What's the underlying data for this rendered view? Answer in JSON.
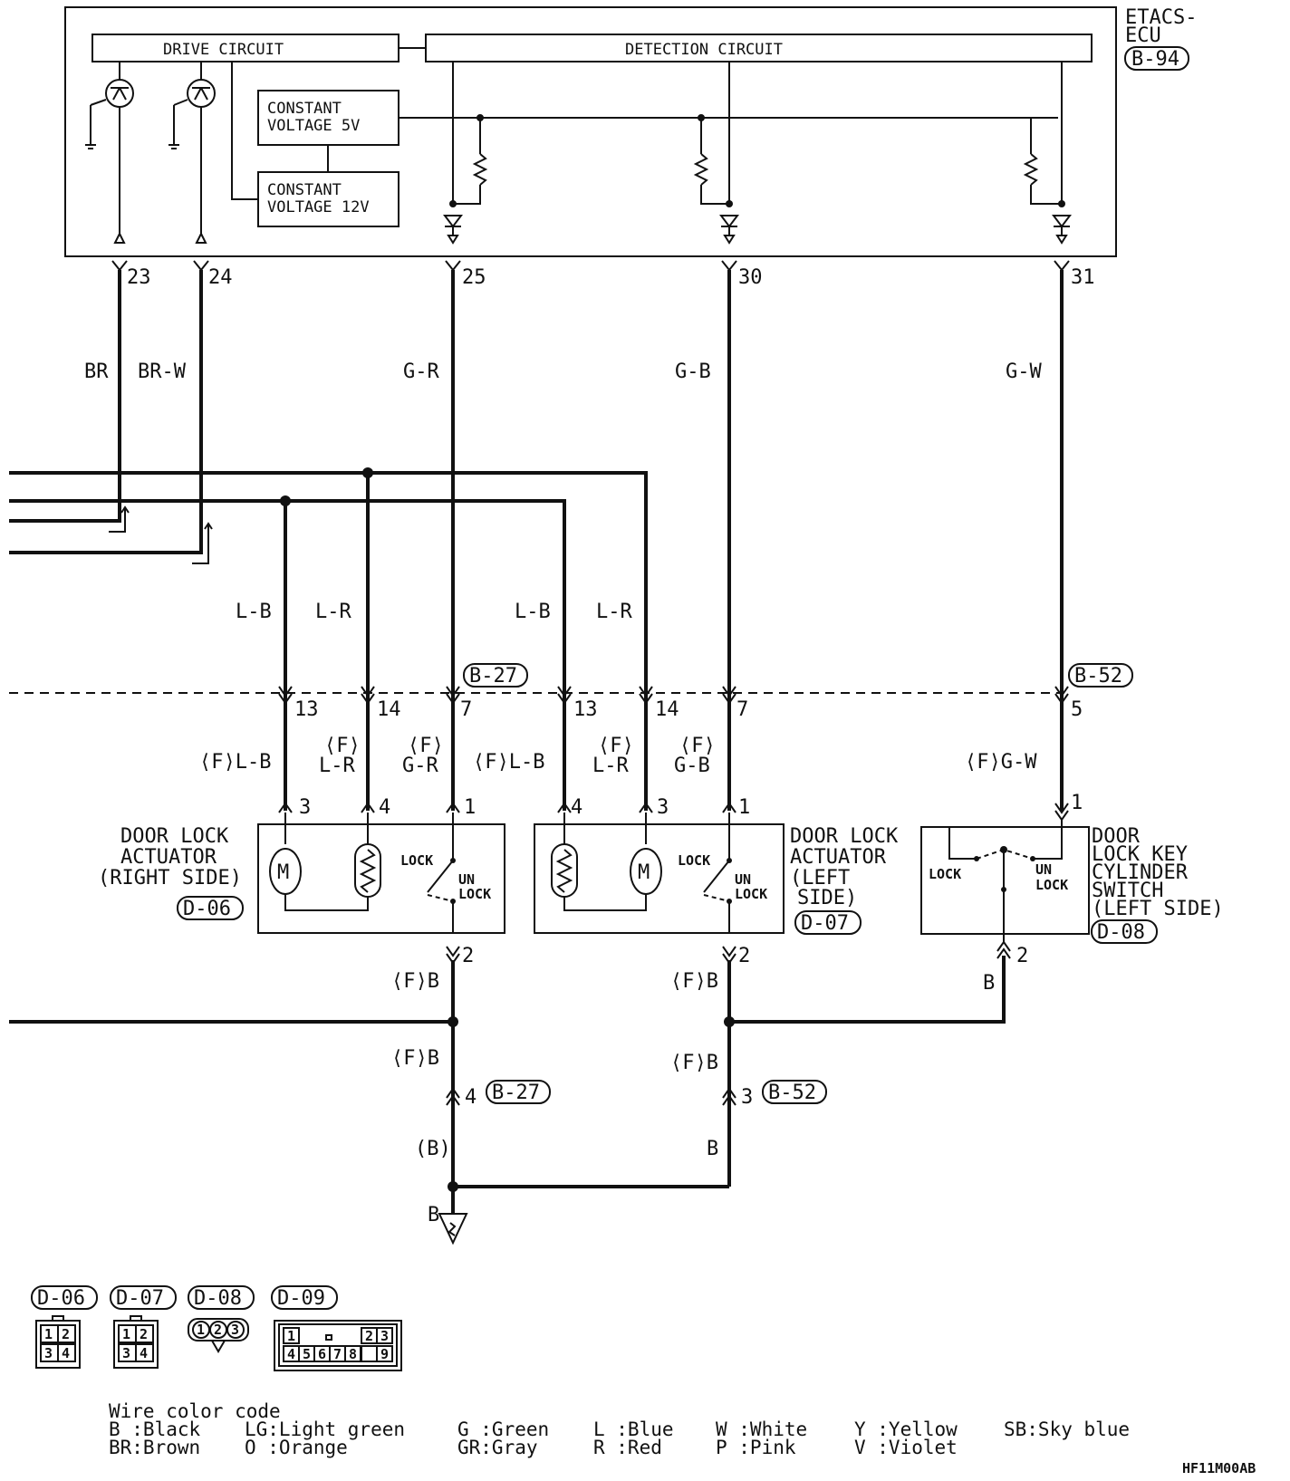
{
  "ecu": {
    "name_line1": "ETACS-",
    "name_line2": "ECU",
    "connector": "B-94",
    "drive_circuit": "DRIVE CIRCUIT",
    "detection_circuit": "DETECTION CIRCUIT",
    "cv5_line1": "CONSTANT",
    "cv5_line2": "VOLTAGE 5V",
    "cv12_line1": "CONSTANT",
    "cv12_line2": "VOLTAGE 12V"
  },
  "ecu_pins": [
    "23",
    "24",
    "25",
    "30",
    "31"
  ],
  "wires": {
    "br": "BR",
    "br_w": "BR-W",
    "g_r": "G-R",
    "g_b": "G-B",
    "g_w": "G-W",
    "l_b_1": "L-B",
    "l_r_1": "L-R",
    "l_b_2": "L-B",
    "l_r_2": "L-R",
    "f_l_b_1": "⟨F⟩L-B",
    "f_l_b_2": "⟨F⟩L-B",
    "f": "⟨F⟩",
    "l_r": "L-R",
    "g_r_f": "G-R",
    "g_b_f": "G-B",
    "f_g_w": "⟨F⟩G-W",
    "f_b": "⟨F⟩B",
    "b": "B",
    "b_paren": "(B)"
  },
  "junction_connectors": {
    "b27": "B-27",
    "b52": "B-52"
  },
  "junction_pins": {
    "p13a": "13",
    "p14a": "14",
    "p7a": "7",
    "p13b": "13",
    "p14b": "14",
    "p7b": "7",
    "p5": "5",
    "p4": "4",
    "p3": "3"
  },
  "device_pins": {
    "r3": "3",
    "r4": "4",
    "r1": "1",
    "r2": "2",
    "l4": "4",
    "l3": "3",
    "l1": "1",
    "l2": "2",
    "s1": "1",
    "s2": "2"
  },
  "devices": {
    "right_l1": "DOOR LOCK",
    "right_l2": "ACTUATOR",
    "right_l3": "(RIGHT SIDE)",
    "right_conn": "D-06",
    "left_l1": "DOOR LOCK",
    "left_l2": "ACTUATOR",
    "left_l3": "(LEFT",
    "left_l4": "SIDE)",
    "left_conn": "D-07",
    "sw_l1": "DOOR",
    "sw_l2": "LOCK KEY",
    "sw_l3": "CYLINDER",
    "sw_l4": "SWITCH",
    "sw_l5": "(LEFT SIDE)",
    "sw_conn": "D-08",
    "lock": "LOCK",
    "un": "UN",
    "unlock": "LOCK",
    "motor": "M"
  },
  "connector_views": [
    "D-06",
    "D-07",
    "D-08",
    "D-09"
  ],
  "connector_cells": {
    "d06": [
      "1",
      "2",
      "3",
      "4"
    ],
    "d07": [
      "1",
      "2",
      "3",
      "4"
    ],
    "d08": [
      "1",
      "2",
      "3"
    ],
    "d09": [
      "1",
      "2",
      "3",
      "4",
      "5",
      "6",
      "7",
      "8",
      "9"
    ]
  },
  "legend": {
    "title": "Wire color code",
    "row1": [
      "B :Black",
      "LG:Light green",
      "G :Green",
      "L :Blue",
      "W :White",
      "Y :Yellow",
      "SB:Sky blue"
    ],
    "row2": [
      "BR:Brown",
      "O :Orange",
      "GR:Gray",
      "R :Red",
      "P :Pink",
      "V :Violet"
    ]
  },
  "figure_code": "HF11M00AB"
}
